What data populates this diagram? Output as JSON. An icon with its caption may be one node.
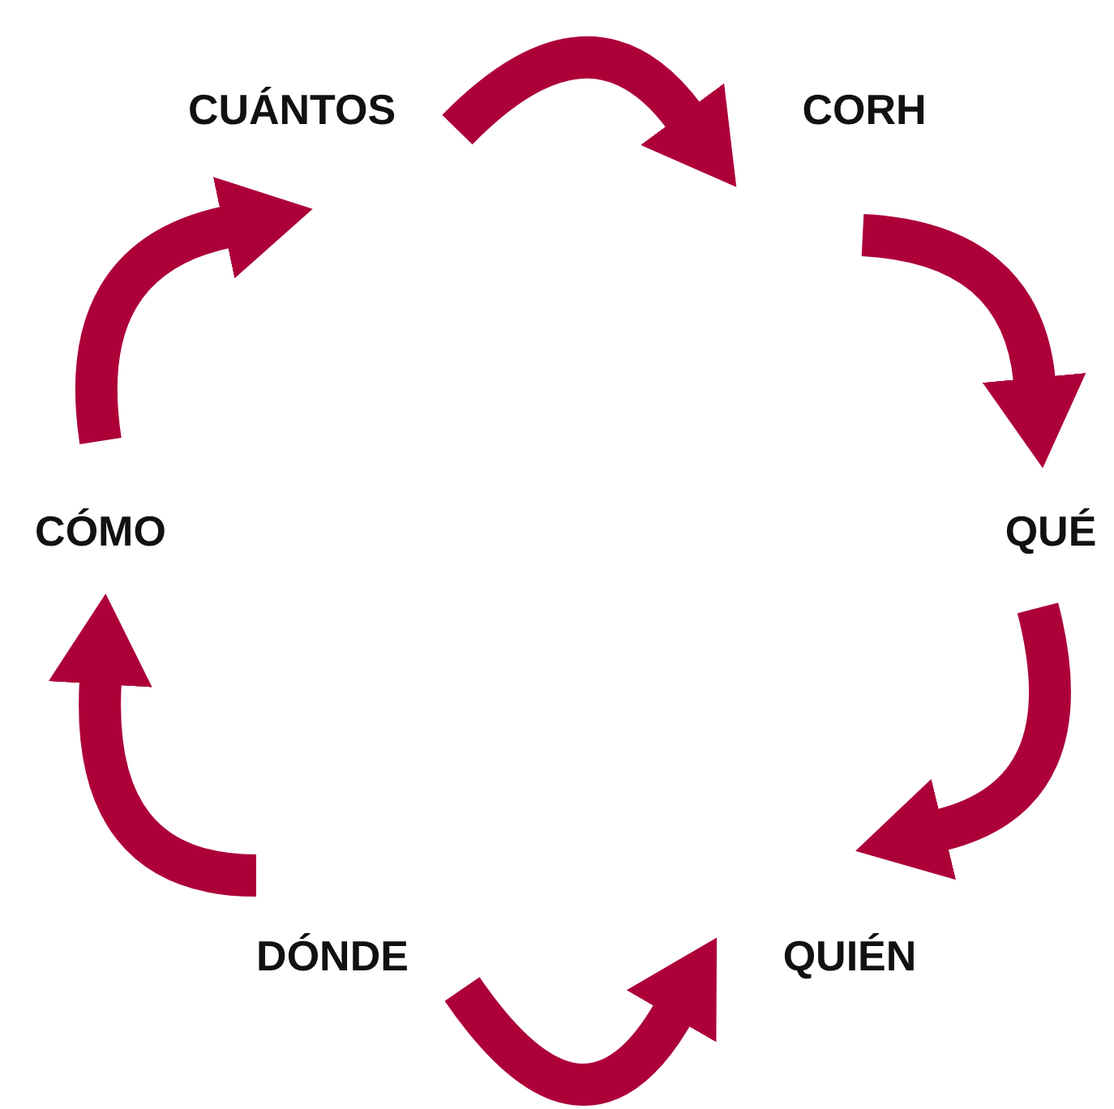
{
  "diagram": {
    "nodes": [
      {
        "text": [
          "CUÁNTOS"
        ]
      },
      {
        "text": [
          "CORH"
        ]
      },
      {
        "text": [
          "QUÉ"
        ]
      },
      {
        "text": [
          "QUIÉN"
        ]
      },
      {
        "text": [
          "DÓNDE"
        ]
      },
      {
        "text": [
          "CÓMO"
        ]
      }
    ],
    "edges": [
      {
        "from": 0,
        "to": 1,
        "arrow": "to"
      },
      {
        "from": 1,
        "to": 2,
        "arrow": "to"
      },
      {
        "from": 2,
        "to": 3,
        "arrow": "to"
      },
      {
        "from": 4,
        "to": 3,
        "arrow": "to"
      },
      {
        "from": 4,
        "to": 5,
        "arrow": "to"
      },
      {
        "from": 5,
        "to": 0,
        "arrow": "to"
      }
    ]
  }
}
